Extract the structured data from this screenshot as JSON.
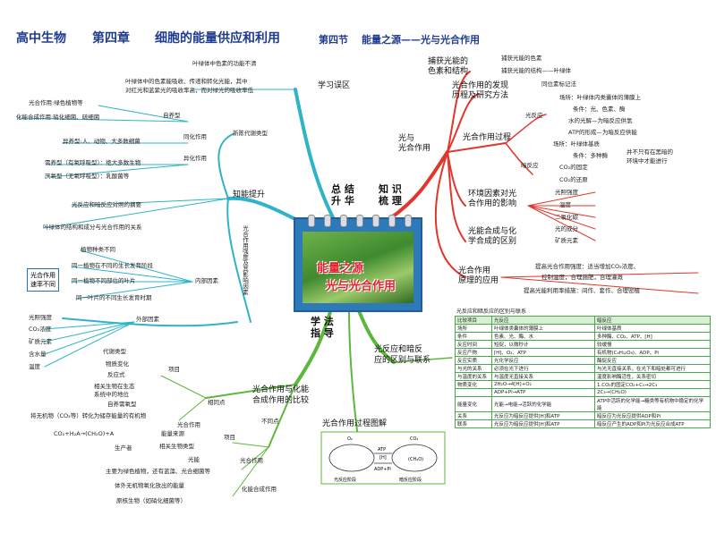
{
  "header": {
    "subject": "高中生物",
    "chapter": "第四章",
    "chapter_title": "细胞的能量供应和利用",
    "section": "第四节",
    "section_title": "能量之源——光与光合作用"
  },
  "center": {
    "title_line1": "能量之源",
    "title_line2": "光与光合作用"
  },
  "hubs": {
    "summary": "总 结\n升 华",
    "knowledge": "知 识\n梳 理",
    "method": "学 法\n指 导"
  },
  "study_errors": {
    "title": "学习误区",
    "item1": "叶绿体中色素的功能不清",
    "item2": "叶绿体中的色素能吸收、传递和转化光能，其中",
    "item3": "对红光和蓝紫光的吸收率高，而对绿光的吸收率低"
  },
  "knowledge_up": {
    "title": "知能提升",
    "metabolism": "新陈代谢类型",
    "autotroph": "自养型",
    "assimilation": "同化作用",
    "photo_auto": "光合作用:绿色植物等",
    "chemo_auto": "化能合成作用:硝化细菌、硫细菌",
    "hetero": "异养型:人、动物、大多数细菌",
    "dissimilation": "异化作用",
    "aerobic": "需养型（有氧呼吸型）：绝大多数生物",
    "anaerobic": "厌氧型（无氧呼吸型）：乳酸菌等",
    "light_dark": "光反应和暗反应对照的摘要",
    "structure": "叶绿体的结构和成分与光合作用的关系",
    "factor_vertical": "光合作用强度及其影响因素",
    "internal": "内部因素",
    "int1": "植物种类不同",
    "int2": "同一植物在不同的生长发育阶段",
    "int3": "同一植物不同部位的叶片",
    "int4": "同一叶片的不同生长发育时期",
    "rate_box": "光合作用\n速率不同",
    "external": "外部因素",
    "ext1": "光照强度",
    "ext2": "CO₂浓度",
    "ext3": "矿质元素",
    "ext4": "含水量",
    "ext5": "温度"
  },
  "pigments": {
    "title": "捕获光能的\n色素和结构",
    "p1": "捕获光能的色素",
    "p2": "捕获光能的结构——叶绿体"
  },
  "discovery": {
    "title": "光合作用的发现\n历程及研究方法",
    "d1": "同位素标记法"
  },
  "process": {
    "branch": "光与\n光合作用",
    "title": "光合作用过程",
    "light": "光反应",
    "l1": "场所：叶绿体内类囊体的薄膜上",
    "l2": "条件：光、色素、酶",
    "l3": "水的光解—为暗反应供氢",
    "l4": "ATP的形成—为暗反应供能",
    "dark": "暗反应",
    "d1": "场所：叶绿体基质",
    "d2": "条件：多种酶",
    "d3": "CO₂的固定",
    "d4": "CO₂的还原",
    "d5": "并不只有在黑暗的\n环境中才能进行"
  },
  "env": {
    "title": "环境因素对光\n合作用的影响",
    "e1": "光照强度",
    "e2": "温度",
    "e3": "二氧化碳",
    "e4": "光的成分",
    "e5": "矿质元素"
  },
  "chemo_diff": {
    "title": "光能合成与化\n学合成的区别"
  },
  "apply": {
    "title": "光合作用\n原理的应用",
    "a1": "提高光合作用强度：适当增加CO₂浓度、",
    "a2": "控制温度，合理施肥，合理灌溉",
    "a3": "提高光能利用率措施：间作、套作、合理密植"
  },
  "compare": {
    "title": "光反应和暗反\n应的区别与联系",
    "table_title": "光反应和暗反应的区别与联系",
    "rows": [
      [
        "比较项目",
        "光反应",
        "暗反应"
      ],
      [
        "场所",
        "叶绿体类囊体的薄膜上",
        "叶绿体基质"
      ],
      [
        "条件",
        "色素、光、酶、水",
        "多种酶、CO₂、ATP、[H]"
      ],
      [
        "反应时间",
        "短促，以微秒计",
        "较缓慢"
      ],
      [
        "反应产物",
        "[H]、O₂、ATP",
        "有机物(C₆H₁₂O₆)、ADP、Pi"
      ],
      [
        "反应实质",
        "光化学反应",
        "酶促反应"
      ],
      [
        "与光的关系",
        "必须在光下进行",
        "与光无直接关系，在光下和暗处都可进行"
      ],
      [
        "与温度的关系",
        "与温度无直接关系",
        "温度影响酶活性，关系密切"
      ],
      [
        "物质变化",
        "2H₂O→4[H]+O₂",
        "1.CO₂的固定CO₂+C₅→2C₃"
      ],
      [
        "",
        "ADP+Pi→ATP",
        "2C₃→(CH₂O)"
      ],
      [
        "能量变化",
        "光能→电能→活跃的化学能",
        "ATP中活跃的化学能→糖类等有机物中稳定的化学能"
      ],
      [
        "关系",
        "光反应为暗反应提供[H]和ATP",
        "暗反应为光反应提供ADP和Pi"
      ],
      [
        "联系",
        "光反应为暗反应提供[H]和ATP",
        "暗反应产生的ADP和Pi为光反应合成ATP"
      ]
    ]
  },
  "process_diagram": {
    "title": "光合作用过程图解",
    "l_box": "光反应阶段",
    "d_box": "暗反应阶段",
    "atp": "ATP",
    "adp": "ADP+Pi",
    "h": "[H]",
    "o2": "O₂",
    "co2": "CO₂",
    "ch2o": "(CH₂O)"
  },
  "comparison": {
    "title": "光合作用与化能\n合成作用的比较",
    "same": "相同点",
    "project": "项目",
    "s1": "代谢类型",
    "s2": "物质变化",
    "s3": "反应式",
    "s4": "相关生物在生态\n系统中的地位",
    "photo": "光合作用",
    "p1": "自养需氧型",
    "p2": "将无机物（CO₂等）转化为储存能量的有机物",
    "p3": "CO₂+H₂A→(CH₂O)+A",
    "p4": "生产者",
    "diff": "不同点",
    "dproj": "项目",
    "dp1": "能量来源",
    "dp2": "相关生物类型",
    "dphoto": "光合作用",
    "dph1": "光能",
    "dph2": "主要为绿色植物，还有蓝藻、光合细菌等",
    "chemo": "化能合成作用",
    "ch1": "体外无机物氧化放出的能量",
    "ch2": "原核生物（如硝化细菌等）"
  },
  "colors": {
    "left_branch": "#2fb3c9",
    "right_branch": "#e2352b",
    "bottom_branch": "#5cb83a",
    "header": "#1f3c8f"
  }
}
